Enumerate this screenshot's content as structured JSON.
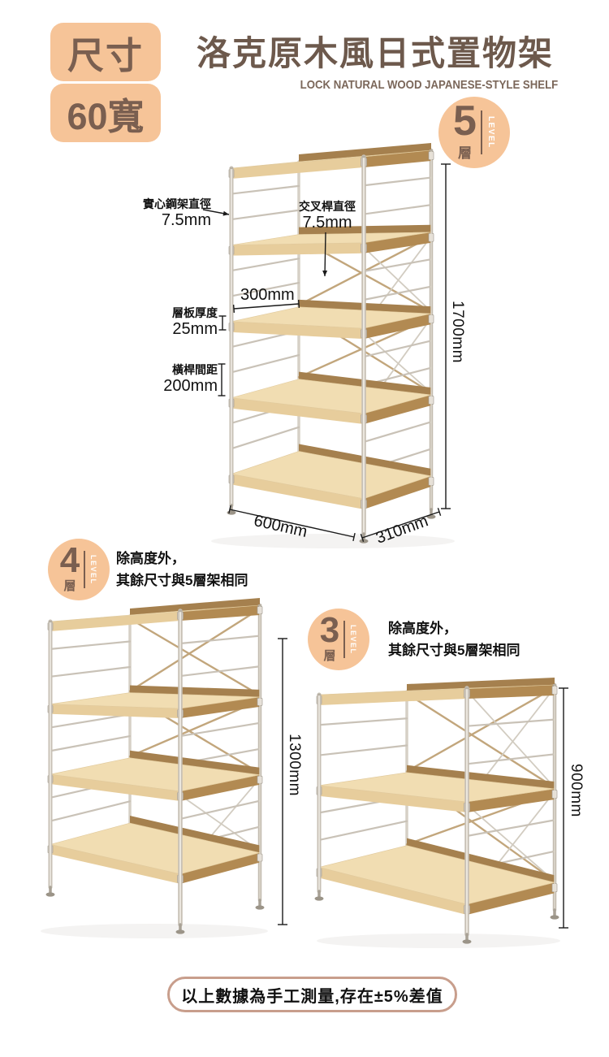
{
  "header": {
    "badge_top": "尺寸",
    "badge_bottom": "60寬",
    "title": "洛克原木風日式置物架",
    "subtitle": "LOCK NATURAL WOOD JAPANESE-STYLE SHELF"
  },
  "colors": {
    "badge_bg": "#F6C498",
    "badge_text": "#7A5F50",
    "title_text": "#6D594C",
    "subtitle_text": "#7B675A",
    "level_word_text": "#FFFFFF",
    "banner_border": "#C89E8C",
    "annotation_text": "#111111",
    "steel_frame": "#C7C0B5",
    "wood_top": "#F1DDB2",
    "wood_front": "#E7CD9C",
    "wood_side": "#B28A52",
    "cross_brace": "#C2A67C"
  },
  "annotations_5level": {
    "steel_dia": {
      "label": "實心鋼架直徑",
      "value": "7.5mm"
    },
    "cross_dia": {
      "label": "交叉桿直徑",
      "value": "7.5mm"
    },
    "shelf_depth_top": "300mm",
    "board_thickness": {
      "label": "層板厚度",
      "value": "25mm"
    },
    "rung_spacing": {
      "label": "橫桿間距",
      "value": "200mm"
    },
    "width": "600mm",
    "depth": "310mm"
  },
  "variants": [
    {
      "level_num": "5",
      "level_unit": "層",
      "level_word": "LEVEL",
      "height": "1700mm"
    },
    {
      "level_num": "4",
      "level_unit": "層",
      "level_word": "LEVEL",
      "height": "1300mm",
      "note_line1": "除高度外，",
      "note_line2": "其餘尺寸與5層架相同"
    },
    {
      "level_num": "3",
      "level_unit": "層",
      "level_word": "LEVEL",
      "height": "900mm",
      "note_line1": "除高度外，",
      "note_line2": "其餘尺寸與5層架相同"
    }
  ],
  "footer": {
    "note": "以上數據為手工測量,存在±5%差值"
  }
}
